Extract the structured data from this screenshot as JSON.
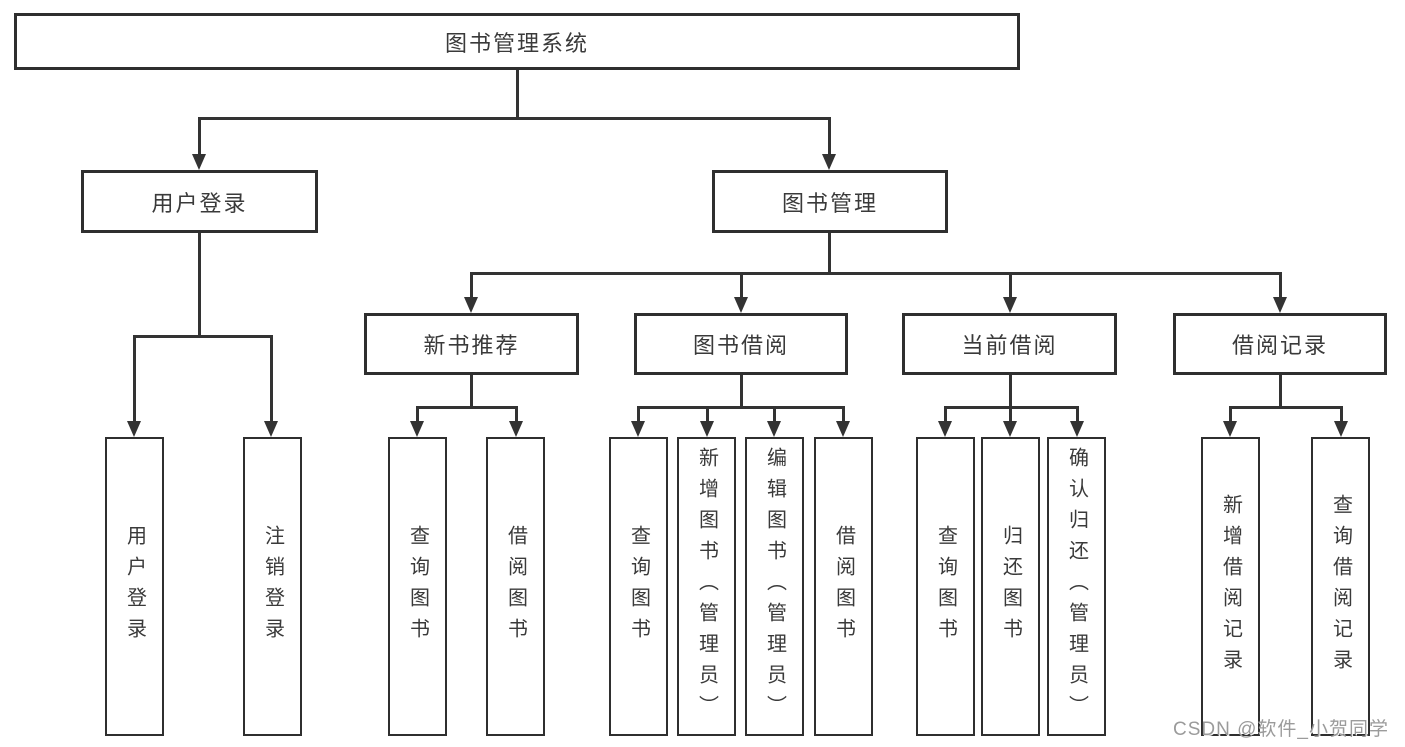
{
  "tree": {
    "root": {
      "label": "图书管理系统",
      "children": [
        {
          "label": "用户登录",
          "children": [
            {
              "label": "用户登录"
            },
            {
              "label": "注销登录"
            }
          ]
        },
        {
          "label": "图书管理",
          "children": [
            {
              "label": "新书推荐",
              "children": [
                {
                  "label": "查询图书"
                },
                {
                  "label": "借阅图书"
                }
              ]
            },
            {
              "label": "图书借阅",
              "children": [
                {
                  "label": "查询图书"
                },
                {
                  "label": "新增图书（管理员）"
                },
                {
                  "label": "编辑图书（管理员）"
                },
                {
                  "label": "借阅图书"
                }
              ]
            },
            {
              "label": "当前借阅",
              "children": [
                {
                  "label": "查询图书"
                },
                {
                  "label": "归还图书"
                },
                {
                  "label": "确认归还（管理员）"
                }
              ]
            },
            {
              "label": "借阅记录",
              "children": [
                {
                  "label": "新增借阅记录"
                },
                {
                  "label": "查询借阅记录"
                }
              ]
            }
          ]
        }
      ]
    }
  },
  "watermark": {
    "text": "CSDN @软件_小贺同学"
  },
  "colors": {
    "line": "#333333",
    "box_border": "#2f2f2f",
    "text": "#3a3a3a",
    "watermark": "#9b9b9b",
    "background": "#ffffff"
  }
}
